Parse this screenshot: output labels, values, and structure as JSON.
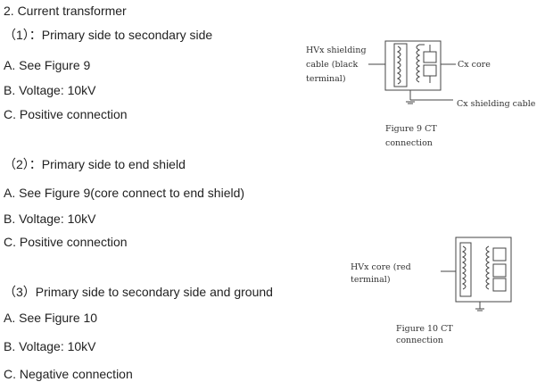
{
  "section": {
    "heading": "2. Current transformer",
    "part1": {
      "title": "（1）：Primary side to secondary side",
      "a": "A. See Figure 9",
      "b": "B. Voltage: 10kV",
      "c": "C. Positive connection"
    },
    "part2": {
      "title": "（2）：Primary side to end shield",
      "a": "A. See Figure 9(core connect to end shield)",
      "b": "B. Voltage: 10kV",
      "c": "C. Positive connection"
    },
    "part3": {
      "title": "（3）Primary side to secondary side and ground",
      "a": "A. See Figure 10",
      "b": "B. Voltage: 10kV",
      "c": "C. Negative connection"
    }
  },
  "figure9": {
    "label_hvx_1": "HVx shielding",
    "label_hvx_2": "cable (black",
    "label_hvx_3": "terminal)",
    "label_cx_core": "Cx core",
    "label_cx_shield": "Cx shielding cable",
    "caption_1": "Figure 9 CT",
    "caption_2": "connection"
  },
  "figure10": {
    "label_hvx_1": "HVx core (red",
    "label_hvx_2": "terminal)",
    "caption_1": "Figure 10 CT",
    "caption_2": "connection"
  }
}
